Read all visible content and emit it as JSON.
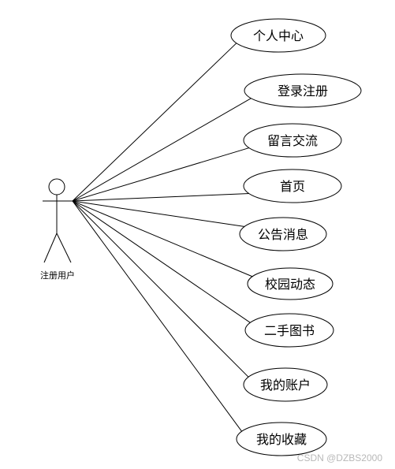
{
  "actor": {
    "label": "注册用户"
  },
  "use_cases": [
    {
      "id": "personal-center",
      "label": "个人中心"
    },
    {
      "id": "login-register",
      "label": "登录注册"
    },
    {
      "id": "message-board",
      "label": "留言交流"
    },
    {
      "id": "home",
      "label": "首页"
    },
    {
      "id": "announcements",
      "label": "公告消息"
    },
    {
      "id": "campus-news",
      "label": "校园动态"
    },
    {
      "id": "used-books",
      "label": "二手图书"
    },
    {
      "id": "my-account",
      "label": "我的账户"
    },
    {
      "id": "my-favorites",
      "label": "我的收藏"
    }
  ],
  "watermark": "CSDN @DZBS2000"
}
